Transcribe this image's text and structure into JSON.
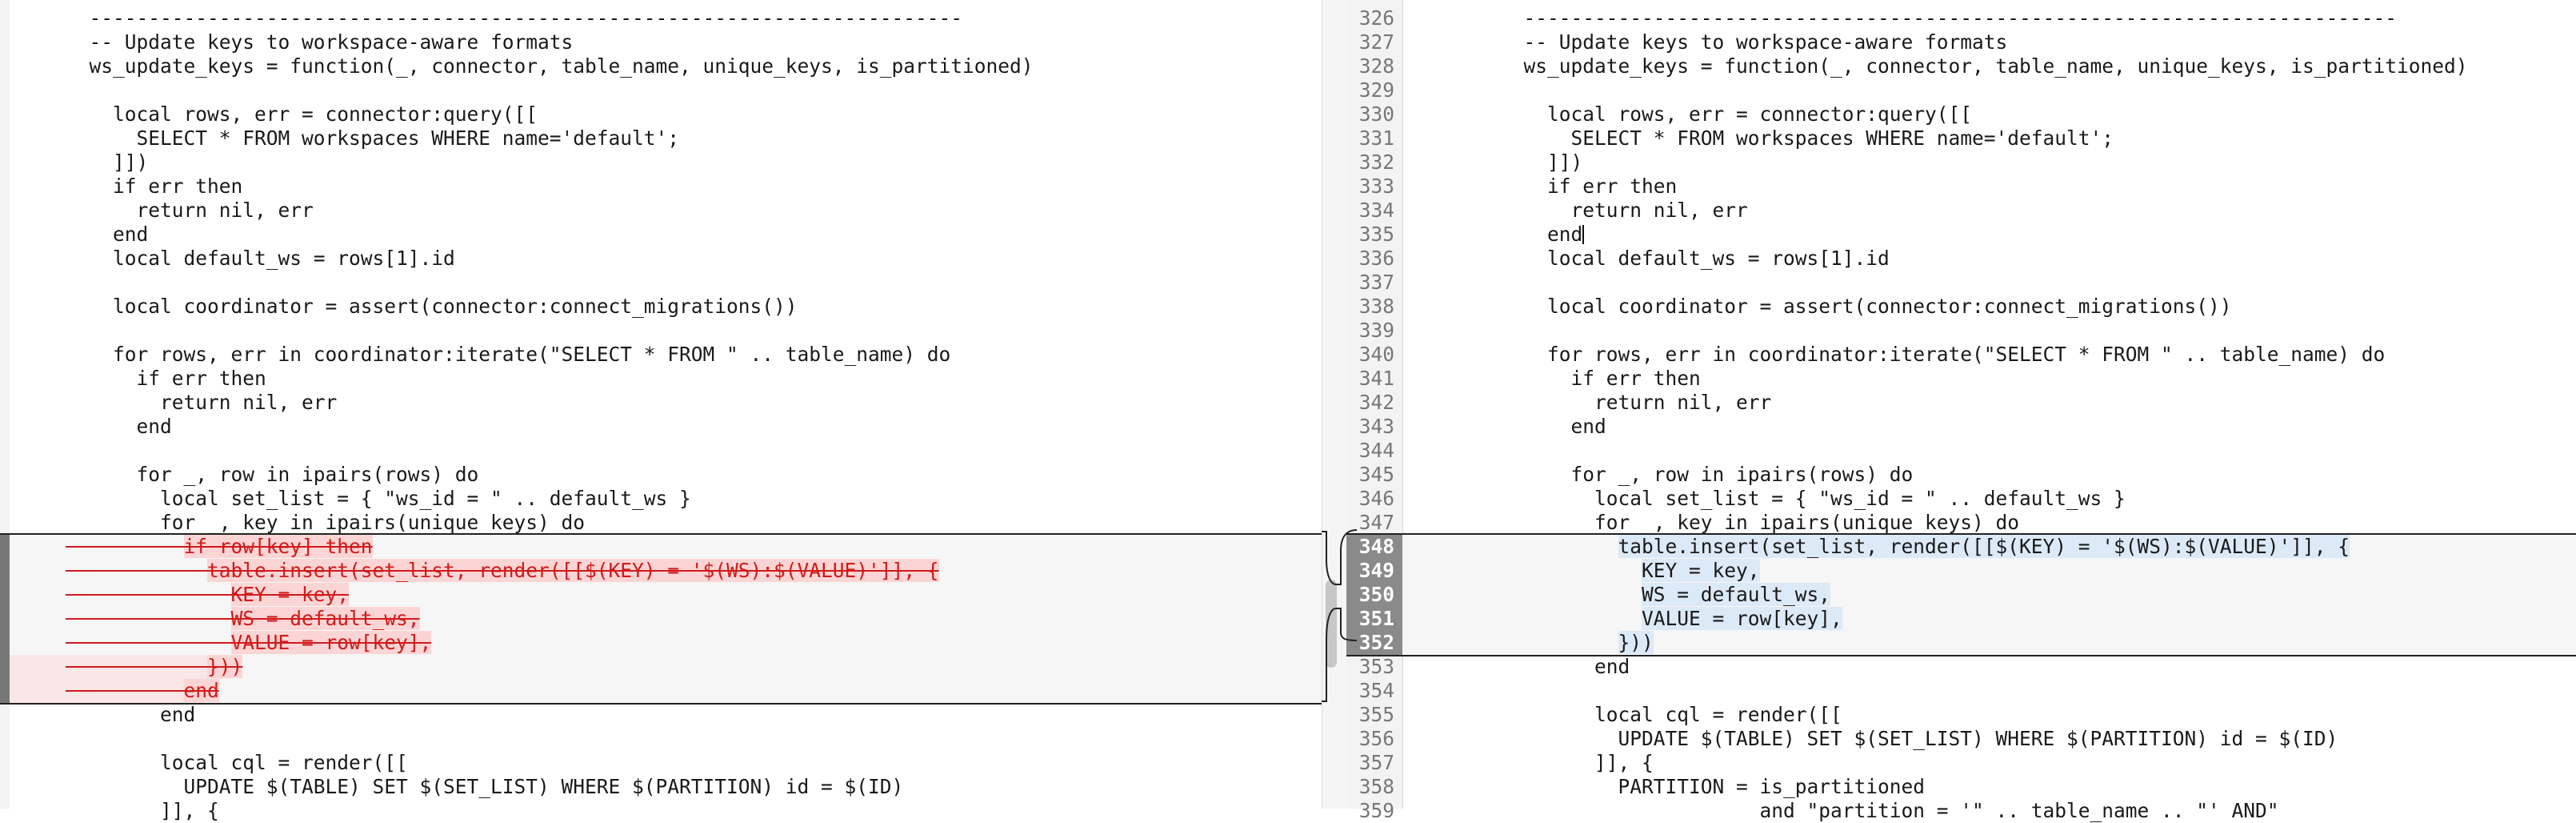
{
  "left_pane": {
    "lines": [
      {
        "code": "  --------------------------------------------------------------------------"
      },
      {
        "code": "  -- Update keys to workspace-aware formats"
      },
      {
        "code": "  ws_update_keys = function(_, connector, table_name, unique_keys, is_partitioned)"
      },
      {
        "code": ""
      },
      {
        "code": "    local rows, err = connector:query([["
      },
      {
        "code": "      SELECT * FROM workspaces WHERE name='default';"
      },
      {
        "code": "    ]])"
      },
      {
        "code": "    if err then"
      },
      {
        "code": "      return nil, err"
      },
      {
        "code": "    end"
      },
      {
        "code": "    local default_ws = rows[1].id"
      },
      {
        "code": ""
      },
      {
        "code": "    local coordinator = assert(connector:connect_migrations())"
      },
      {
        "code": ""
      },
      {
        "code": "    for rows, err in coordinator:iterate(\"SELECT * FROM \" .. table_name) do"
      },
      {
        "code": "      if err then"
      },
      {
        "code": "        return nil, err"
      },
      {
        "code": "      end"
      },
      {
        "code": ""
      },
      {
        "code": "      for _, row in ipairs(rows) do"
      },
      {
        "code": "        local set_list = { \"ws_id = \" .. default_ws }"
      },
      {
        "code": "        for _, key in ipairs(unique_keys) do"
      },
      {
        "code": "          if row[key] then",
        "del": true
      },
      {
        "code": "            table.insert(set_list, render([[$(KEY) = '$(WS):$(VALUE)']], {",
        "del": true
      },
      {
        "code": "              KEY = key,",
        "del": true
      },
      {
        "code": "              WS = default_ws,",
        "del": true
      },
      {
        "code": "              VALUE = row[key],",
        "del": true
      },
      {
        "code": "            }))",
        "del": true
      },
      {
        "code": "          end",
        "del": true
      },
      {
        "code": "        end"
      },
      {
        "code": ""
      },
      {
        "code": "        local cql = render([["
      },
      {
        "code": "          UPDATE $(TABLE) SET $(SET_LIST) WHERE $(PARTITION) id = $(ID)"
      },
      {
        "code": "        ]], {"
      }
    ]
  },
  "right_pane": {
    "lines": [
      {
        "num": "326",
        "code": "  --------------------------------------------------------------------------"
      },
      {
        "num": "327",
        "code": "  -- Update keys to workspace-aware formats"
      },
      {
        "num": "328",
        "code": "  ws_update_keys = function(_, connector, table_name, unique_keys, is_partitioned)"
      },
      {
        "num": "329",
        "code": ""
      },
      {
        "num": "330",
        "code": "    local rows, err = connector:query([["
      },
      {
        "num": "331",
        "code": "      SELECT * FROM workspaces WHERE name='default';"
      },
      {
        "num": "332",
        "code": "    ]])"
      },
      {
        "num": "333",
        "code": "    if err then"
      },
      {
        "num": "334",
        "code": "      return nil, err"
      },
      {
        "num": "335",
        "code": "    end"
      },
      {
        "num": "336",
        "code": "    local default_ws = rows[1].id"
      },
      {
        "num": "337",
        "code": ""
      },
      {
        "num": "338",
        "code": "    local coordinator = assert(connector:connect_migrations())"
      },
      {
        "num": "339",
        "code": ""
      },
      {
        "num": "340",
        "code": "    for rows, err in coordinator:iterate(\"SELECT * FROM \" .. table_name) do"
      },
      {
        "num": "341",
        "code": "      if err then"
      },
      {
        "num": "342",
        "code": "        return nil, err"
      },
      {
        "num": "343",
        "code": "      end"
      },
      {
        "num": "344",
        "code": ""
      },
      {
        "num": "345",
        "code": "      for _, row in ipairs(rows) do"
      },
      {
        "num": "346",
        "code": "        local set_list = { \"ws_id = \" .. default_ws }"
      },
      {
        "num": "347",
        "code": "        for _, key in ipairs(unique_keys) do"
      },
      {
        "num": "348",
        "code": "          table.insert(set_list, render([[$(KEY) = '$(WS):$(VALUE)']], {",
        "ins": true
      },
      {
        "num": "349",
        "code": "            KEY = key,",
        "ins": true
      },
      {
        "num": "350",
        "code": "            WS = default_ws,",
        "ins": true
      },
      {
        "num": "351",
        "code": "            VALUE = row[key],",
        "ins": true
      },
      {
        "num": "352",
        "code": "          }))",
        "ins": true
      },
      {
        "num": "353",
        "code": "        end"
      },
      {
        "num": "354",
        "code": ""
      },
      {
        "num": "355",
        "code": "        local cql = render([["
      },
      {
        "num": "356",
        "code": "          UPDATE $(TABLE) SET $(SET_LIST) WHERE $(PARTITION) id = $(ID)"
      },
      {
        "num": "357",
        "code": "        ]], {"
      },
      {
        "num": "358",
        "code": "          PARTITION = is_partitioned"
      },
      {
        "num": "359",
        "code": "                      and \"partition = '\" .. table_name .. \"' AND\""
      }
    ]
  },
  "colors": {
    "deleted_text": "#d01a1a",
    "deleted_bg": "#fbe0e0",
    "inserted_bg": "#dce9f7",
    "gutter_highlight": "#8a8a8a"
  }
}
